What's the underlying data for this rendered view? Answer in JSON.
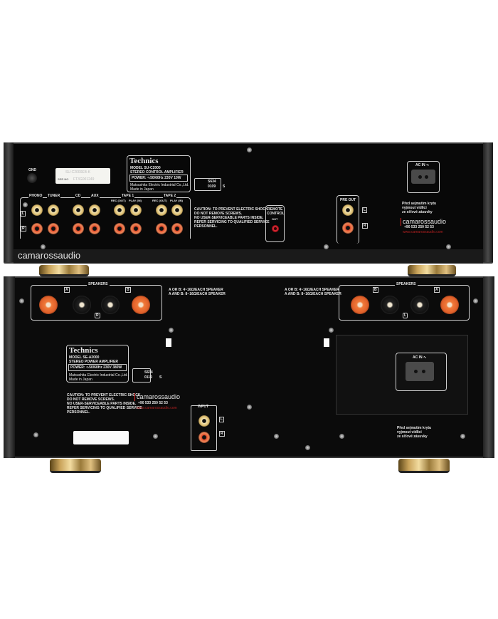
{
  "watermark": "camarossaudio",
  "preamp": {
    "gnd_label": "GND",
    "serial_model": "SU-C2000EB-K",
    "serial_label": "SER NO",
    "serial_number": "FT3G001249",
    "nameplate": {
      "brand": "Technics",
      "model": "MODEL SU-C2000",
      "type": "STEREO CONTROL AMPLIFIER",
      "power": "POWER: ∿50/60Hz   230V   10W",
      "maker": "Matsushita Electric Industrial Co.,Ltd.",
      "origin": "Made in Japan"
    },
    "cert": [
      "S634",
      "0109",
      "S"
    ],
    "inputs": [
      "PHONO",
      "TUNER",
      "CD",
      "AUX",
      "TAPE 1",
      "TAPE 2"
    ],
    "tape_sub": [
      "REC (OUT)",
      "PLAY (IN)",
      "REC (OUT)",
      "PLAY (IN)"
    ],
    "channel_l": "L",
    "channel_r": "R",
    "caution": [
      "CAUTION: TO PREVENT ELECTRIC SHOCK",
      "DO NOT REMOVE SCREWS.",
      "NO USER-SERVICEABLE PARTS INSIDE.",
      "REFER SERVICING TO QUALIFIED SERVICE",
      "PERSONNEL."
    ],
    "remote": {
      "title1": "REMOTE",
      "title2": "CONTROL",
      "out": "OUT"
    },
    "pre_out": "PRE OUT",
    "ac_in": "AC IN ∿",
    "czech": [
      "Před sejmutím krytu",
      "vyjmout vidlici",
      "ze síťové zásuvky"
    ],
    "logo": {
      "name": "camarossaudio",
      "phone": "+90  533 250 52 53",
      "url": "www.camarossaudio.com"
    }
  },
  "poweramp": {
    "speakers_label": "SPEAKERS",
    "left_panel": {
      "a": "A",
      "b": "B",
      "channel": "R"
    },
    "right_panel": {
      "a": "A",
      "b": "B",
      "channel": "L"
    },
    "impedance": [
      "A OR B: 4~16Ω/EACH SPEAKER",
      "A AND B: 8~16Ω/EACH SPEAKER"
    ],
    "nameplate": {
      "brand": "Technics",
      "model": "MODEL SE-A2000",
      "type": "STEREO POWER AMPLIFIER",
      "power": "POWER: ∿50/60Hz   230V   380W",
      "maker": "Matsushita Electric Industrial Co.,Ltd.",
      "origin": "Made in Japan"
    },
    "cert": [
      "S634",
      "0119",
      "S"
    ],
    "caution": [
      "CAUTION: TO PREVENT ELECTRIC SHOCK",
      "DO NOT REMOVE SCREWS.",
      "NO USER-SERVICEABLE PARTS INSIDE.",
      "REFER SERVICING TO QUALIFIED SERVICE",
      "PERSONNEL."
    ],
    "input_label": "INPUT",
    "ac_in": "AC IN ∿",
    "czech": [
      "Před sejmutím krytu",
      "vyjmout vidlici",
      "ze síťové zásuvky"
    ],
    "logo": {
      "name": "camarossaudio",
      "phone": "+90  533 250 52 53",
      "url": "www.camarossaudio.com"
    }
  }
}
